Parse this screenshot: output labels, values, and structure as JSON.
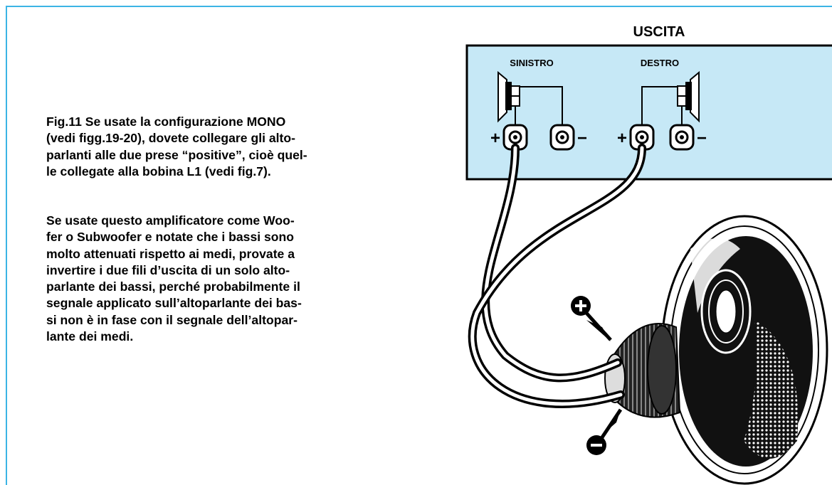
{
  "caption": {
    "paragraph1": "Fig.11 Se usate la configurazione MONO\n(vedi figg.19-20), dovete collegare gli alto-\nparlanti alle due prese “positive”, cioè quel-\nle collegate alla bobina L1 (vedi fig.7).",
    "paragraph2": "Se usate questo amplificatore come Woo-\nfer o Subwoofer e notate che i bassi sono\nmolto attenuati rispetto ai medi, provate a\ninvertire i due fili d’uscita di un solo alto-\nparlante dei bassi, perché probabilmente il\nsegnale applicato sull’altoparlante dei bas-\nsi non è in fase con il segnale dell’altopar-\nlante dei medi."
  },
  "diagram": {
    "panel_title": "USCITA",
    "left_channel": "SINISTRO",
    "right_channel": "DESTRO",
    "plus_sign": "+",
    "minus_sign": "−"
  },
  "colors": {
    "frame": "#3cb4e5",
    "panel_fill": "#c6e8f6",
    "ink": "#000000"
  },
  "icons": [
    "speaker-symbol-icon",
    "terminal-jack-icon",
    "loudspeaker-icon",
    "plus-callout-icon",
    "minus-callout-icon"
  ]
}
